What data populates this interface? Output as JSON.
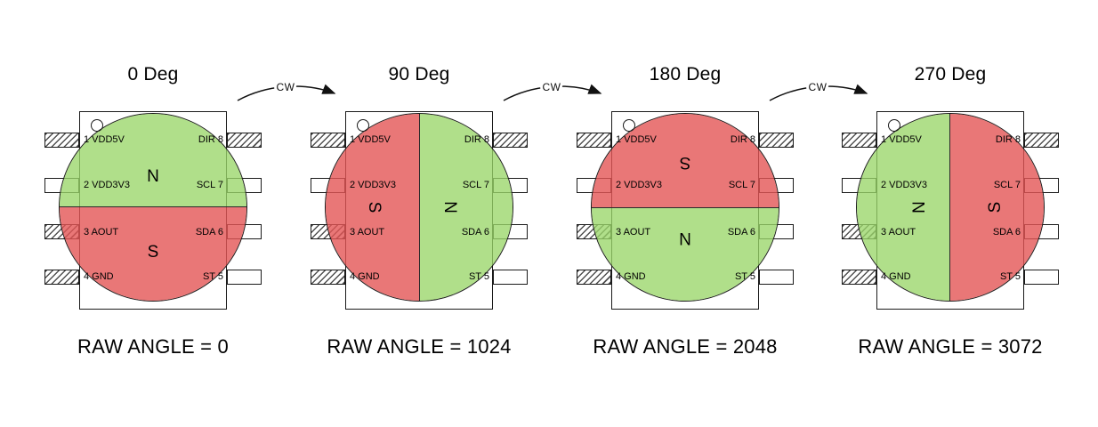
{
  "colors": {
    "magnet_north_fill": "rgba(154, 214, 105, 0.78)",
    "magnet_south_fill": "rgba(228, 85, 85, 0.8)"
  },
  "arrows": [
    {
      "label": "CW"
    },
    {
      "label": "CW"
    },
    {
      "label": "CW"
    }
  ],
  "figures": [
    {
      "title": "0 Deg",
      "rotation_deg": 0,
      "raw_angle": "RAW ANGLE = 0",
      "magnet": {
        "north": "N",
        "south": "S"
      },
      "chip": {
        "left_pins": [
          "1 VDD5V",
          "2 VDD3V3",
          "3 AOUT",
          "4 GND"
        ],
        "right_pins": [
          "DIR 8",
          "SCL 7",
          "SDA 6",
          "ST 5"
        ]
      }
    },
    {
      "title": "90 Deg",
      "rotation_deg": 90,
      "raw_angle": "RAW ANGLE = 1024",
      "magnet": {
        "north": "N",
        "south": "S"
      },
      "chip": {
        "left_pins": [
          "1 VDD5V",
          "2 VDD3V3",
          "3 AOUT",
          "4 GND"
        ],
        "right_pins": [
          "DIR 8",
          "SCL 7",
          "SDA 6",
          "ST 5"
        ]
      }
    },
    {
      "title": "180 Deg",
      "rotation_deg": 180,
      "raw_angle": "RAW ANGLE = 2048",
      "magnet": {
        "north": "N",
        "south": "S"
      },
      "chip": {
        "left_pins": [
          "1 VDD5V",
          "2 VDD3V3",
          "3 AOUT",
          "4 GND"
        ],
        "right_pins": [
          "DIR 8",
          "SCL 7",
          "SDA 6",
          "ST 5"
        ]
      }
    },
    {
      "title": "270 Deg",
      "rotation_deg": 270,
      "raw_angle": "RAW ANGLE = 3072",
      "magnet": {
        "north": "N",
        "south": "S"
      },
      "chip": {
        "left_pins": [
          "1 VDD5V",
          "2 VDD3V3",
          "3 AOUT",
          "4 GND"
        ],
        "right_pins": [
          "DIR 8",
          "SCL 7",
          "SDA 6",
          "ST 5"
        ]
      }
    }
  ]
}
